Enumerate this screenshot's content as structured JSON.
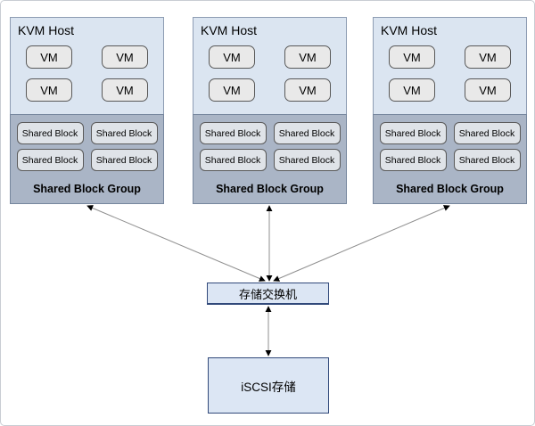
{
  "diagram": {
    "hosts": [
      {
        "title": "KVM Host",
        "vms": [
          "VM",
          "VM",
          "VM",
          "VM"
        ],
        "shared_blocks": [
          "Shared Block",
          "Shared Block",
          "Shared Block",
          "Shared Block"
        ],
        "group_label": "Shared Block Group"
      },
      {
        "title": "KVM Host",
        "vms": [
          "VM",
          "VM",
          "VM",
          "VM"
        ],
        "shared_blocks": [
          "Shared Block",
          "Shared Block",
          "Shared Block",
          "Shared Block"
        ],
        "group_label": "Shared Block Group"
      },
      {
        "title": "KVM Host",
        "vms": [
          "VM",
          "VM",
          "VM",
          "VM"
        ],
        "shared_blocks": [
          "Shared Block",
          "Shared Block",
          "Shared Block",
          "Shared Block"
        ],
        "group_label": "Shared Block Group"
      }
    ],
    "switch": {
      "label": "存储交换机"
    },
    "storage": {
      "label": "iSCSI存储"
    },
    "connections": [
      "host-1 <-> storage-switch",
      "host-2 <-> storage-switch",
      "host-3 <-> storage-switch",
      "storage-switch <-> iscsi-storage"
    ],
    "colors": {
      "host_top_bg": "#dbe5f1",
      "host_top_border": "#8d9cb3",
      "group_section_bg": "#aab5c6",
      "group_section_border": "#76869d",
      "vm_bg": "#e9e9e9",
      "vm_border": "#595959",
      "block_bg": "#dfe3e8",
      "block_border": "#595959",
      "switch_bg": "#dce6f4",
      "switch_border": "#31497a",
      "connector_line": "#8f8f8f",
      "arrowhead": "#000000"
    }
  }
}
